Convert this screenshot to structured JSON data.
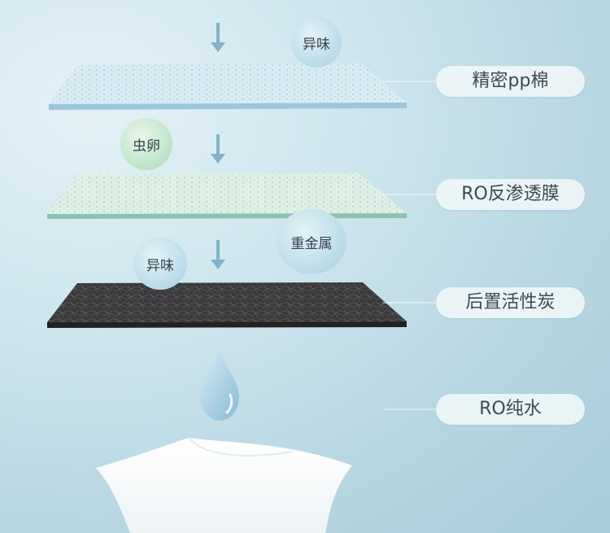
{
  "layers": [
    {
      "label": "精密pp棉"
    },
    {
      "label": "RO反渗透膜"
    },
    {
      "label": "后置活性炭"
    },
    {
      "label": "RO纯水"
    }
  ],
  "bubbles": [
    {
      "text": "异味",
      "color": "blue"
    },
    {
      "text": "虫卵",
      "color": "green"
    },
    {
      "text": "重金属",
      "color": "blue"
    },
    {
      "text": "异味",
      "color": "blue"
    }
  ],
  "colors": {
    "arrow": "#7fb0c3",
    "pp_layer": "#d6eaf2",
    "ro_layer": "#dcefe6",
    "carbon_layer": "#3b3b3d",
    "water_drop": "#86bcd6"
  }
}
